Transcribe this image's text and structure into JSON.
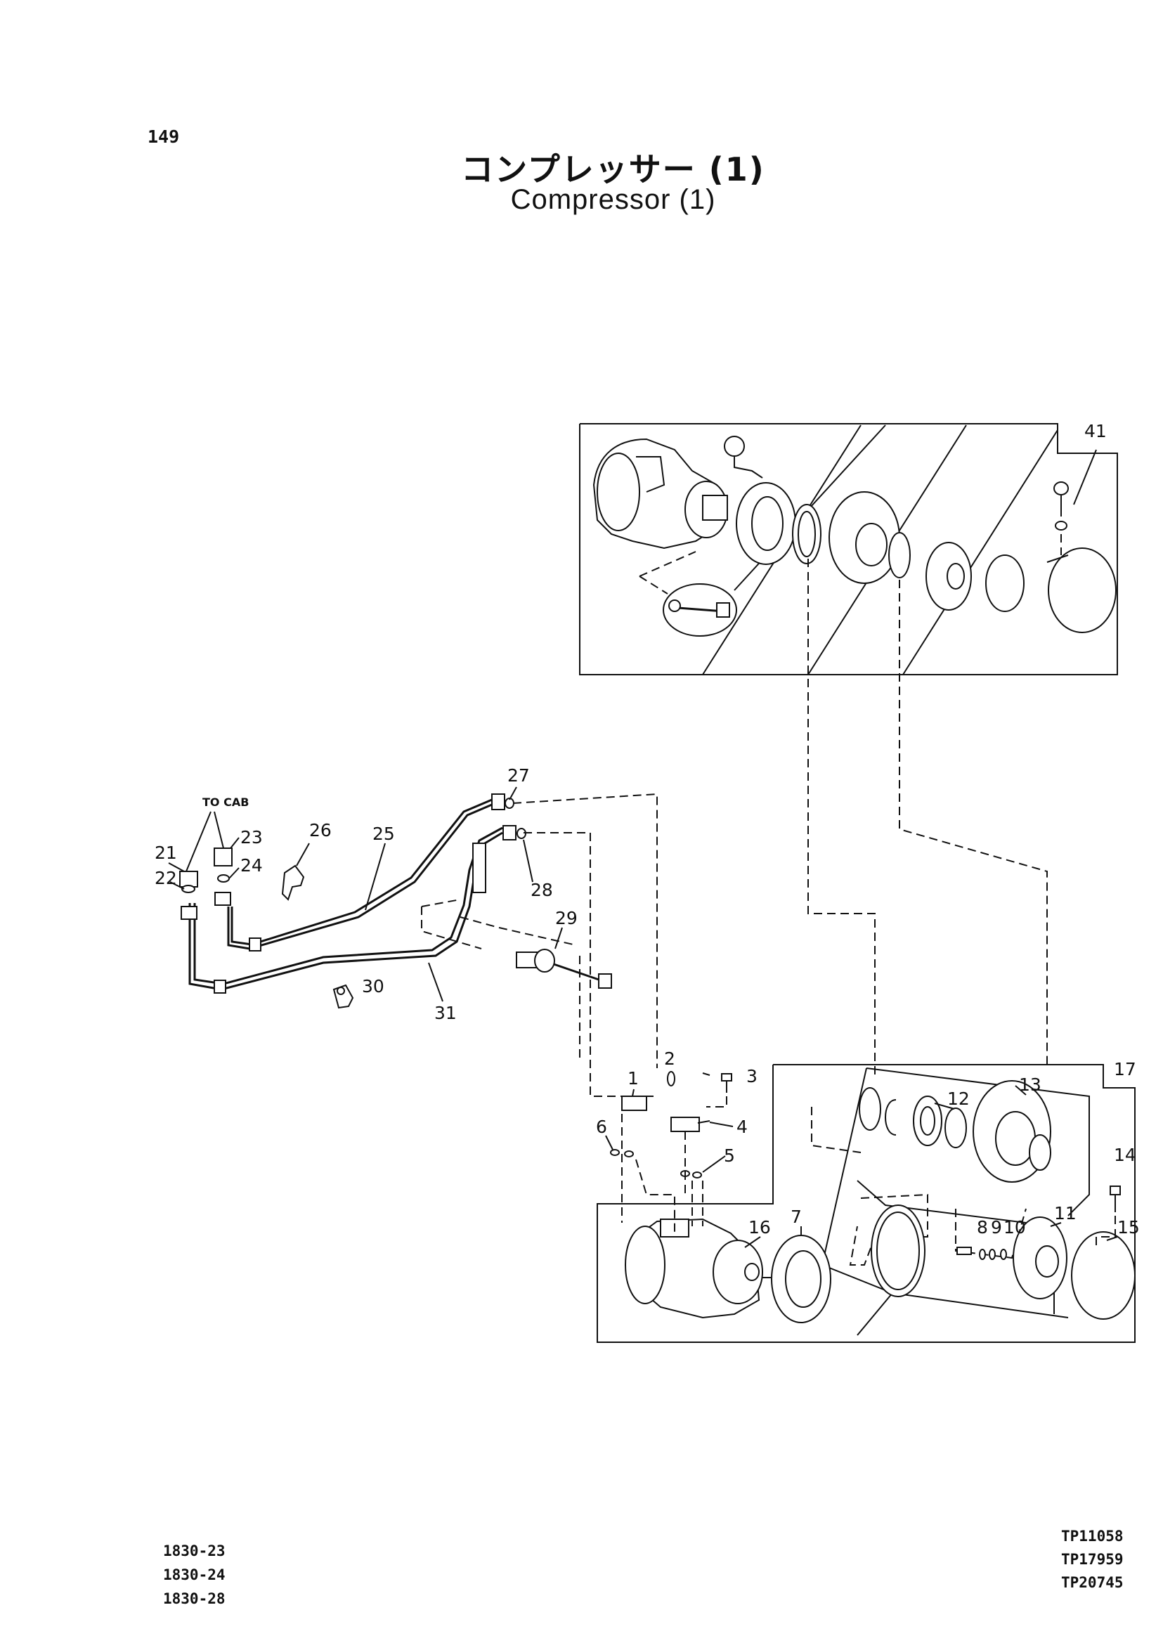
{
  "page_number": "149",
  "title_ja": "コンプレッサー (1)",
  "title_en": "Compressor (1)",
  "note_to_cab": "TO CAB",
  "callouts": {
    "c1": "1",
    "c2": "2",
    "c3": "3",
    "c4": "4",
    "c5": "5",
    "c6": "6",
    "c7": "7",
    "c8": "8",
    "c9": "9",
    "c10": "10",
    "c11": "11",
    "c12": "12",
    "c13": "13",
    "c14": "14",
    "c15": "15",
    "c16": "16",
    "c17": "17",
    "c21": "21",
    "c22": "22",
    "c23": "23",
    "c24": "24",
    "c25": "25",
    "c26": "26",
    "c27": "27",
    "c28": "28",
    "c29": "29",
    "c30": "30",
    "c31": "31",
    "c41": "41"
  },
  "serial_refs": [
    "1830-23",
    "1830-24",
    "1830-28"
  ],
  "tp_refs": [
    "TP11058",
    "TP17959",
    "TP20745"
  ]
}
